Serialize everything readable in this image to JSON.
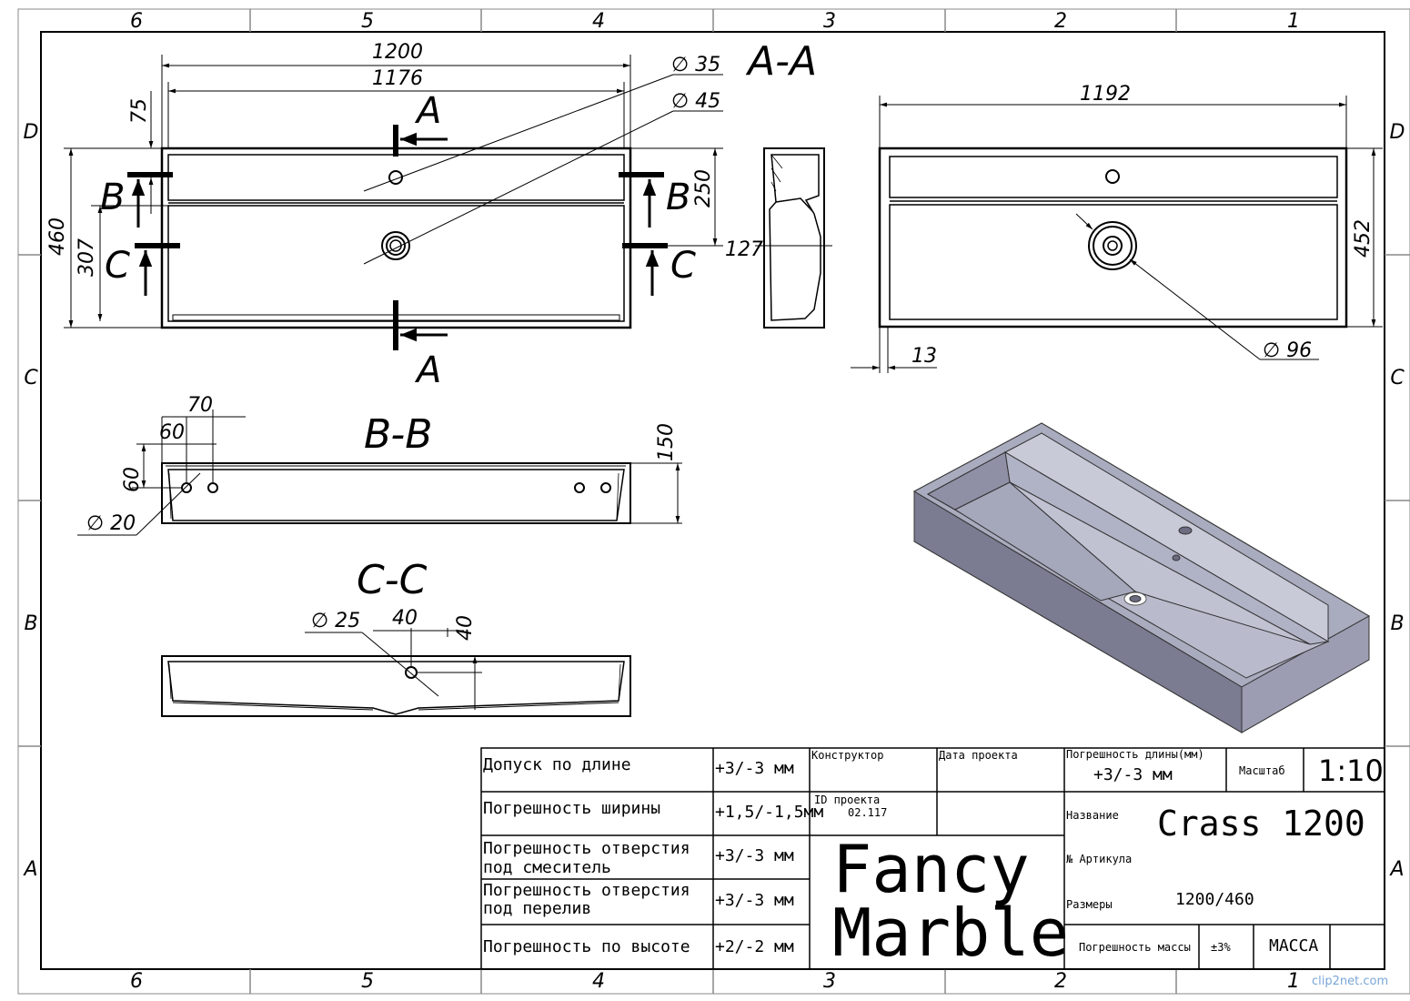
{
  "frame": {
    "columns_top": [
      "6",
      "5",
      "4",
      "3",
      "2",
      "1"
    ],
    "columns_bottom": [
      "6",
      "5",
      "4",
      "3",
      "2",
      "1"
    ],
    "rows_left": [
      "D",
      "C",
      "B",
      "A"
    ],
    "rows_right": [
      "D",
      "C",
      "B",
      "A"
    ]
  },
  "views": {
    "section_aa_title": "A-A",
    "section_bb_title": "B-B",
    "section_cc_title": "C-C",
    "cut_a": "A",
    "cut_b": "B",
    "cut_c": "C"
  },
  "dimensions": {
    "top_overall": "1200",
    "top_inner": "1176",
    "dia_35": "∅ 35",
    "dia_45": "∅ 45",
    "d75": "75",
    "d460": "460",
    "d307": "307",
    "d250": "250",
    "d127": "127",
    "d1192": "1192",
    "d452": "452",
    "d13": "13",
    "dia_96": "∅ 96",
    "d70": "70",
    "d60a": "60",
    "d60b": "60",
    "d150": "150",
    "dia_20": "∅ 20",
    "dia_25": "∅ 25",
    "d40a": "40",
    "d40b": "40"
  },
  "title_block": {
    "rows": [
      {
        "label": "Допуск по длине",
        "value": "+3/-3 мм"
      },
      {
        "label": "Погрешность ширины",
        "value": "+1,5/-1,5мм"
      },
      {
        "label": "Погрешность отверстия",
        "label2": "под смеситель",
        "value": "+3/-3 мм"
      },
      {
        "label": "Погрешность отверстия",
        "label2": "под перелив",
        "value": "+3/-3 мм"
      },
      {
        "label": "Погрешность по высоте",
        "value": "+2/-2 мм"
      }
    ],
    "designer": "Конструктор",
    "project_date": "Дата проекта",
    "project_id_label": "ID проекта",
    "project_id": "02.117",
    "logo_line1": "Fancy",
    "logo_line2": "Marble",
    "length_tol_label": "Погрешность длины(мм)",
    "length_tol_value": "+3/-3 мм",
    "scale_label": "Масштаб",
    "scale_value": "1:10",
    "name_label": "Название",
    "name_value": "Crass 1200",
    "article_label": "№ Артикула",
    "size_label": "Размеры",
    "size_value": "1200/460",
    "mass_tol_label": "Погрешность массы",
    "mass_tol_value": "±3%",
    "mass_label": "МАССА"
  },
  "watermark": "clip2net.com"
}
